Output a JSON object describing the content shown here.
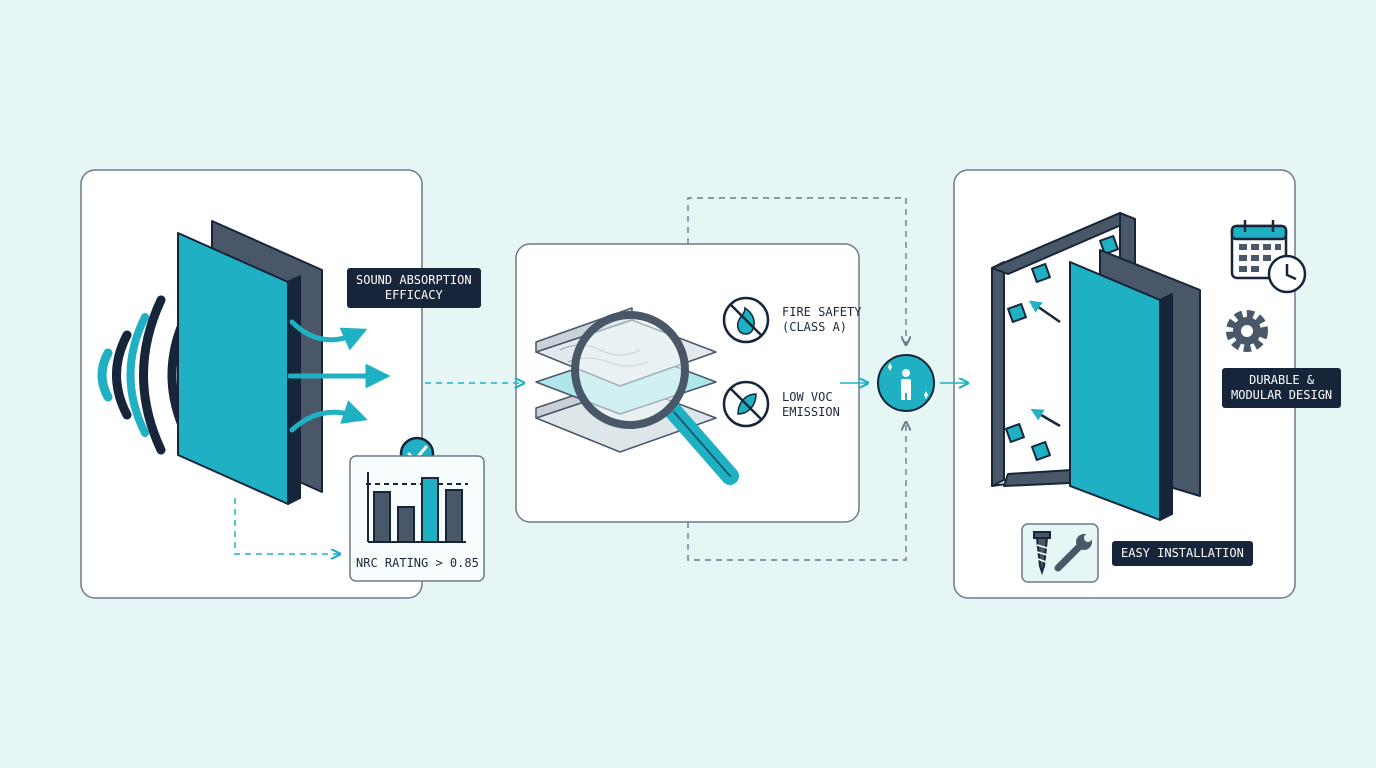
{
  "colors": {
    "background": "#e6f6f4",
    "teal": "#1fb1c3",
    "navy": "#16253a",
    "slate": "#4a5768",
    "panel": "#ffffff",
    "border": "#6c7a8a"
  },
  "stage1": {
    "callout": {
      "line1": "SOUND ABSORPTION",
      "line2": "EFFICACY"
    },
    "rating_label": "NRC RATING > 0.85",
    "icons": [
      "sound-wave-icon",
      "acoustic-panel-icon",
      "bar-chart-icon",
      "check-badge-icon"
    ]
  },
  "stage2": {
    "fire": {
      "line1": "FIRE SAFETY",
      "line2": "(CLASS A)",
      "icon": "no-fire-icon"
    },
    "voc": {
      "line1": "LOW VOC",
      "line2": "EMISSION",
      "icon": "no-leaf-icon"
    },
    "icons": [
      "magnifier-icon",
      "layered-material-icon",
      "person-icon"
    ]
  },
  "stage3": {
    "durable": {
      "line1": "DURABLE &",
      "line2": "MODULAR DESIGN"
    },
    "install": "EASY INSTALLATION",
    "icons": [
      "calendar-clock-icon",
      "gear-icon",
      "screw-icon",
      "wrench-icon",
      "panel-frame-icon"
    ]
  }
}
